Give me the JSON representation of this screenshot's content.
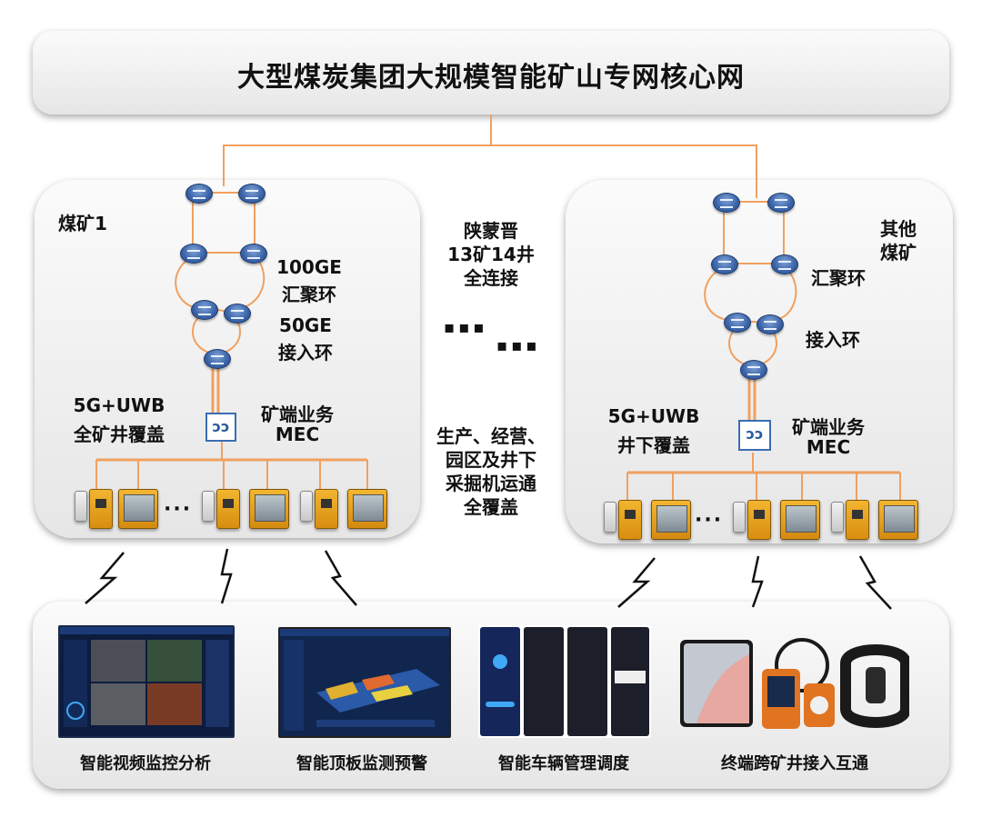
{
  "core": {
    "title": "大型煤炭集团大规模智能矿山专网核心网"
  },
  "mine1": {
    "name": "煤矿1",
    "agg_ring": [
      "100GE",
      "汇聚环"
    ],
    "access_ring": [
      "50GE",
      "接入环"
    ],
    "coverage": [
      "5G+UWB",
      "全矿井覆盖"
    ],
    "mec": [
      "矿端业务",
      "MEC"
    ],
    "mec_icon": "ↄↄ",
    "dots": "···"
  },
  "center": {
    "connect": [
      "陕蒙晋",
      "13矿14井",
      "全连接"
    ],
    "ellipsis_left": "▪▪▪",
    "ellipsis_right": "▪▪▪",
    "coverage": [
      "生产、经营、",
      "园区及井下",
      "采掘机运通",
      "全覆盖"
    ]
  },
  "mine2": {
    "name": [
      "其他",
      "煤矿"
    ],
    "agg_ring": "汇聚环",
    "access_ring": "接入环",
    "coverage": [
      "5G+UWB",
      "井下覆盖"
    ],
    "mec": [
      "矿端业务",
      "MEC"
    ],
    "mec_icon": "ↄↄ",
    "dots": "···"
  },
  "apps": [
    {
      "label": "智能视频监控分析"
    },
    {
      "label": "智能顶板监测预警"
    },
    {
      "label": "智能车辆管理调度"
    },
    {
      "label": "终端跨矿井接入互通"
    }
  ],
  "colors": {
    "link": "#f0a060",
    "router": "#3a63a8",
    "accent": "#e8961c"
  }
}
